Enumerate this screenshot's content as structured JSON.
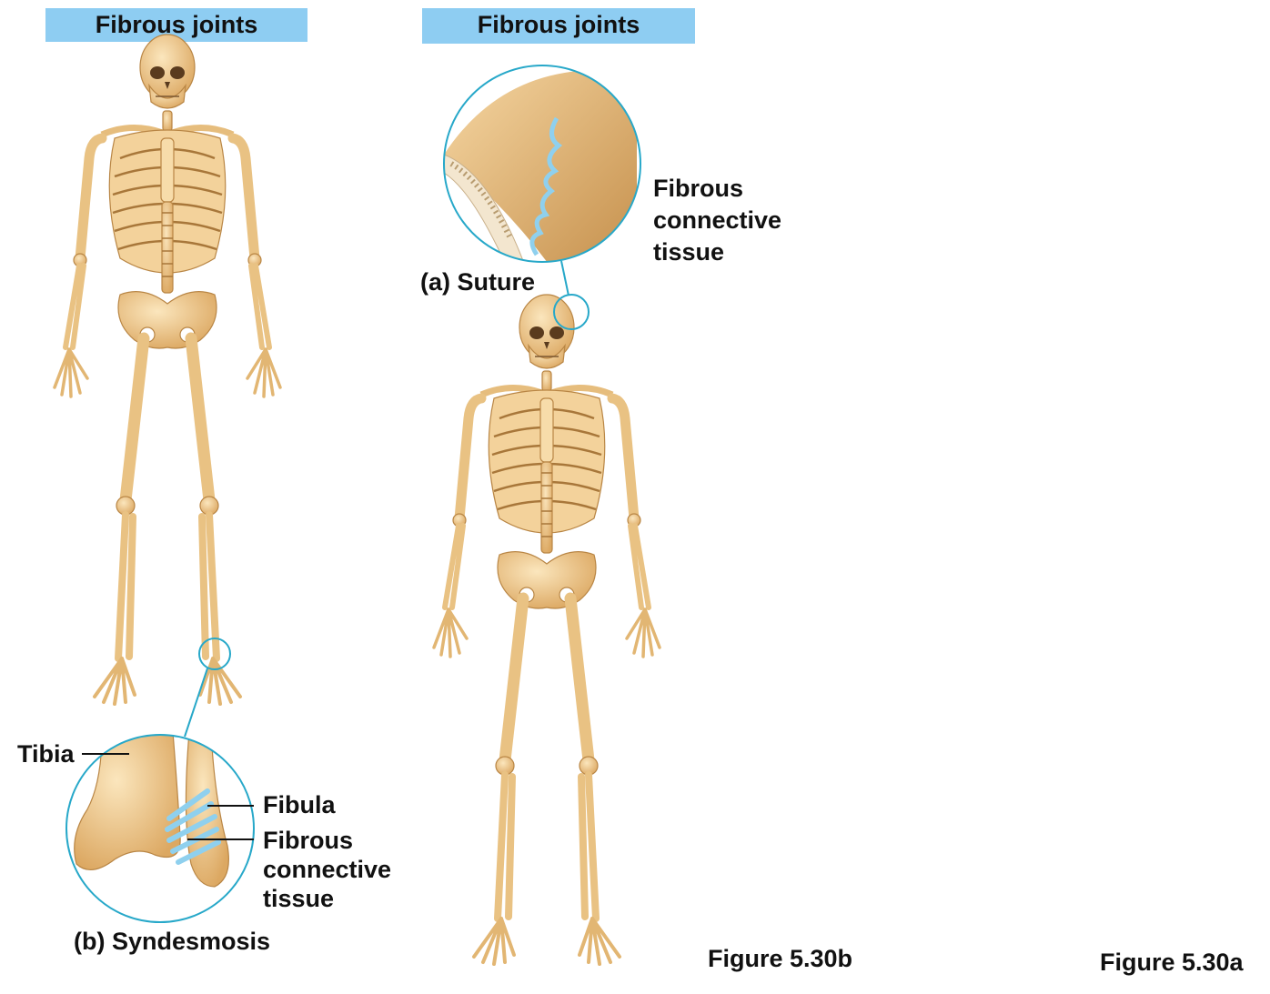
{
  "left_panel": {
    "header": "Fibrous joints",
    "labels": {
      "tibia": "Tibia",
      "fibula": "Fibula",
      "tissue_line1": "Fibrous",
      "tissue_line2": "connective",
      "tissue_line3": "tissue",
      "caption": "(b) Syndesmosis"
    },
    "figure": "Figure 5.30b"
  },
  "right_panel": {
    "header": "Fibrous joints",
    "labels": {
      "tissue_line1": "Fibrous",
      "tissue_line2": "connective",
      "tissue_line3": "tissue",
      "caption": "(a) Suture"
    },
    "figure": "Figure 5.30a"
  },
  "colors": {
    "header_bg": "#8ecdf2",
    "bone": "#f0cd93",
    "bone_shade": "#d9a963",
    "callout": "#27a8c9",
    "tissue": "#8fd0ee"
  }
}
